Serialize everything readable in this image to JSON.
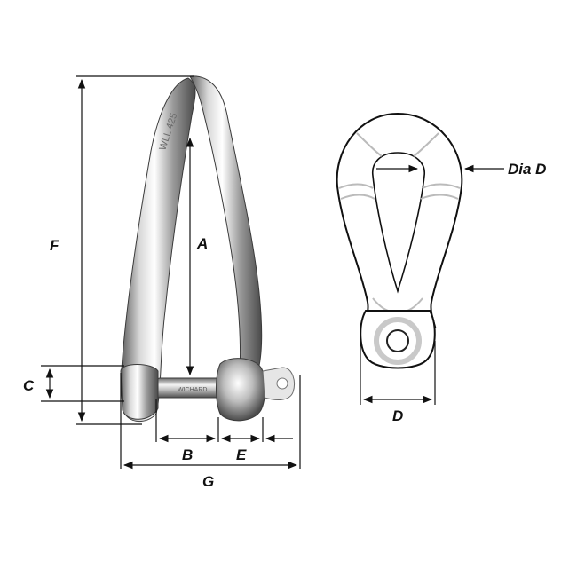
{
  "diagram": {
    "dimension_labels": {
      "A": "A",
      "B": "B",
      "C": "C",
      "D": "D",
      "E": "E",
      "F": "F",
      "G": "G",
      "dia_d": "Dia D"
    },
    "engravings": {
      "wll": "WLL 425",
      "brand": "WICHARD"
    }
  }
}
